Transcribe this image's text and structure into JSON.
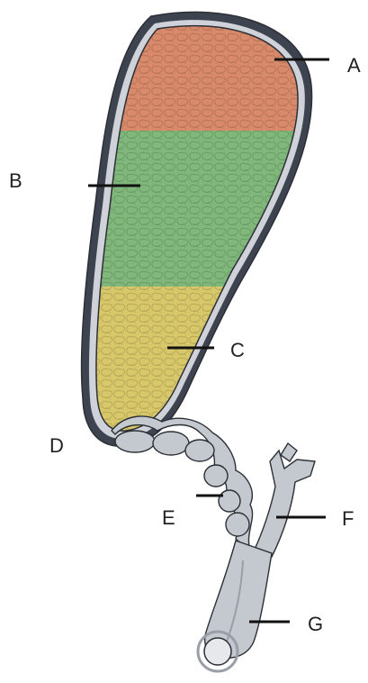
{
  "diagram": {
    "colors": {
      "fundus": "#d98a6a",
      "body": "#7fb87a",
      "neck": "#d8c86a",
      "wall_outer": "#3e4350",
      "wall_inner": "#cfd2d8",
      "duct_fill": "#c4c8cf",
      "duct_shade": "#6f7480",
      "outline": "#2c2f36",
      "leader": "#111111",
      "label": "#222222"
    },
    "labels": [
      {
        "id": "A",
        "text": "A"
      },
      {
        "id": "B",
        "text": "B"
      },
      {
        "id": "C",
        "text": "C"
      },
      {
        "id": "D",
        "text": "D"
      },
      {
        "id": "E",
        "text": "E"
      },
      {
        "id": "F",
        "text": "F"
      },
      {
        "id": "G",
        "text": "G"
      }
    ]
  }
}
